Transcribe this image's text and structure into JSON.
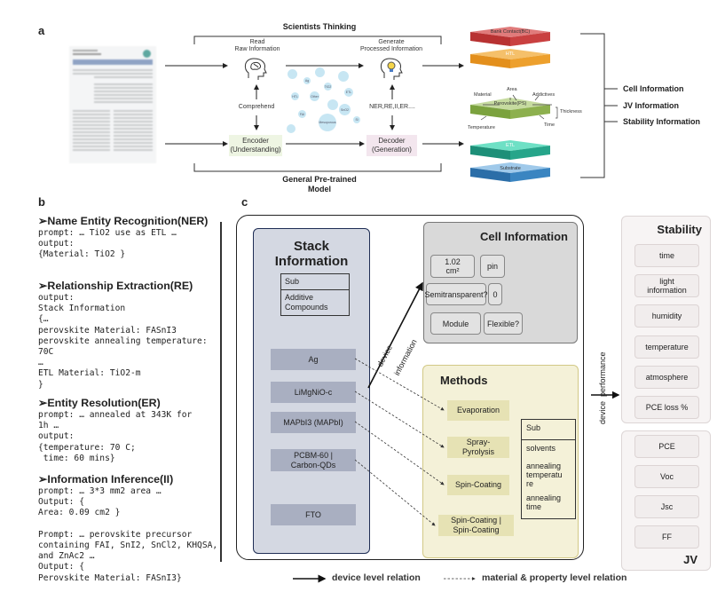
{
  "panel_a": {
    "letter": "a",
    "scientists_thinking": "Scientists Thinking",
    "general_model": [
      "General Pre-trained",
      "Model"
    ],
    "read_raw": [
      "Read",
      "Raw Information"
    ],
    "generate_processed": [
      "Generate",
      "Processed Information"
    ],
    "comprehend": "Comprehend",
    "ner_tasks": "NER,RE,II,ER....",
    "encoder": [
      "Encoder",
      "(Understanding)"
    ],
    "decoder": [
      "Decoder",
      "(Generation)"
    ],
    "bubbles": [
      "Ag",
      "TiO2",
      "ETL",
      "HTL",
      "Other",
      "SnO2",
      "FAI",
      "Mesoporous",
      "Si"
    ],
    "layers": {
      "back_contact": "Bank Contact(BC)",
      "htl": "HTL",
      "perovskite": "Perovskite(PS)",
      "etl": "ETL",
      "substrate": "Substrate"
    },
    "ps_attributes": {
      "material": "Material",
      "area": "Area",
      "additives": "Addictives",
      "thickness": "Thickness",
      "temperature": "Temperature",
      "time": "Time"
    },
    "outputs": [
      "Cell Information",
      "JV Information",
      "Stability Information"
    ],
    "colors": {
      "back_contact": "#d64a4a",
      "htl": "#f0a030",
      "perovskite": "#8db04e",
      "etl": "#2fb79a",
      "substrate": "#3a85c1",
      "bubble": "#c7e6f3",
      "encoder": "#eef5e3",
      "decoder": "#f3e6ee"
    }
  },
  "panel_b": {
    "letter": "b",
    "sections": [
      {
        "title": "➢Name Entity Recognition(NER)",
        "body": "prompt: … TiO2 use as ETL …\noutput:\n{Material: TiO2 }"
      },
      {
        "title": "➢Relationship Extraction(RE)",
        "body": "output:\nStack Information\n{…\nperovskite Material: FASnI3\nperovskite annealing temperature:\n70C\n…\nETL Material: TiO2-m\n}"
      },
      {
        "title": "➢Entity Resolution(ER)",
        "body": "prompt: … annealed at 343K for\n1h …\noutput:\n{temperature: 70 C;\n time: 60 mins}"
      },
      {
        "title": "➢Information Inference(II)",
        "body": "prompt: … 3*3 mm2 area …\nOutput: {\nArea: 0.09 cm2 }\n\nPrompt: … perovskite precursor\ncontaining FAI, SnI2, SnCl2, KHQSA,\nand ZnAc2 …\nOutput: {\nPerovskite Material: FASnI3}"
      }
    ]
  },
  "panel_c": {
    "letter": "c",
    "stack": {
      "title": [
        "Stack",
        "Information"
      ],
      "sub_table": [
        "Sub",
        "Additive\nCompounds"
      ],
      "layers": [
        "Ag",
        "LiMgNiO-c",
        "MAPbI3 (MAPbI)",
        "PCBM-60 |\nCarbon-QDs",
        "FTO"
      ]
    },
    "device_information_label": [
      "device",
      "information"
    ],
    "cell": {
      "title": "Cell Information",
      "area_value": "1.02",
      "area_unit": "cm²",
      "structure": "pin",
      "semitransparent": "Semitransparent?",
      "semitransparent_value": "0",
      "module": "Module",
      "flexible": "Flexible?"
    },
    "methods": {
      "title": "Methods",
      "items": [
        "Evaporation",
        "Spray-\nPyrolysis",
        "Spin-Coating",
        "Spin-Coating |\nSpin-Coating"
      ],
      "sub_table": [
        "Sub",
        "solvents",
        "annealing\ntemperatu\nre",
        "annealing\ntime"
      ]
    },
    "device_performance_label": [
      "device",
      "performance"
    ],
    "stability": {
      "title": "Stability",
      "items": [
        "time",
        "light\ninformation",
        "humidity",
        "temperature",
        "atmosphere",
        "PCE loss %"
      ]
    },
    "jv": {
      "title": "JV",
      "items": [
        "PCE",
        "Voc",
        "Jsc",
        "FF"
      ]
    },
    "legend": {
      "solid": "device level relation",
      "dashed": "material & property level relation"
    },
    "colors": {
      "stack_bg": "#d4d8e2",
      "stack_border": "#1f2e55",
      "stack_layer": "#a9afc1",
      "cell_bg": "#d9d9d9",
      "methods_bg": "#f4f1d8",
      "methods_item": "#e6e2b4",
      "right_panel_bg": "#f7f4f4"
    }
  }
}
